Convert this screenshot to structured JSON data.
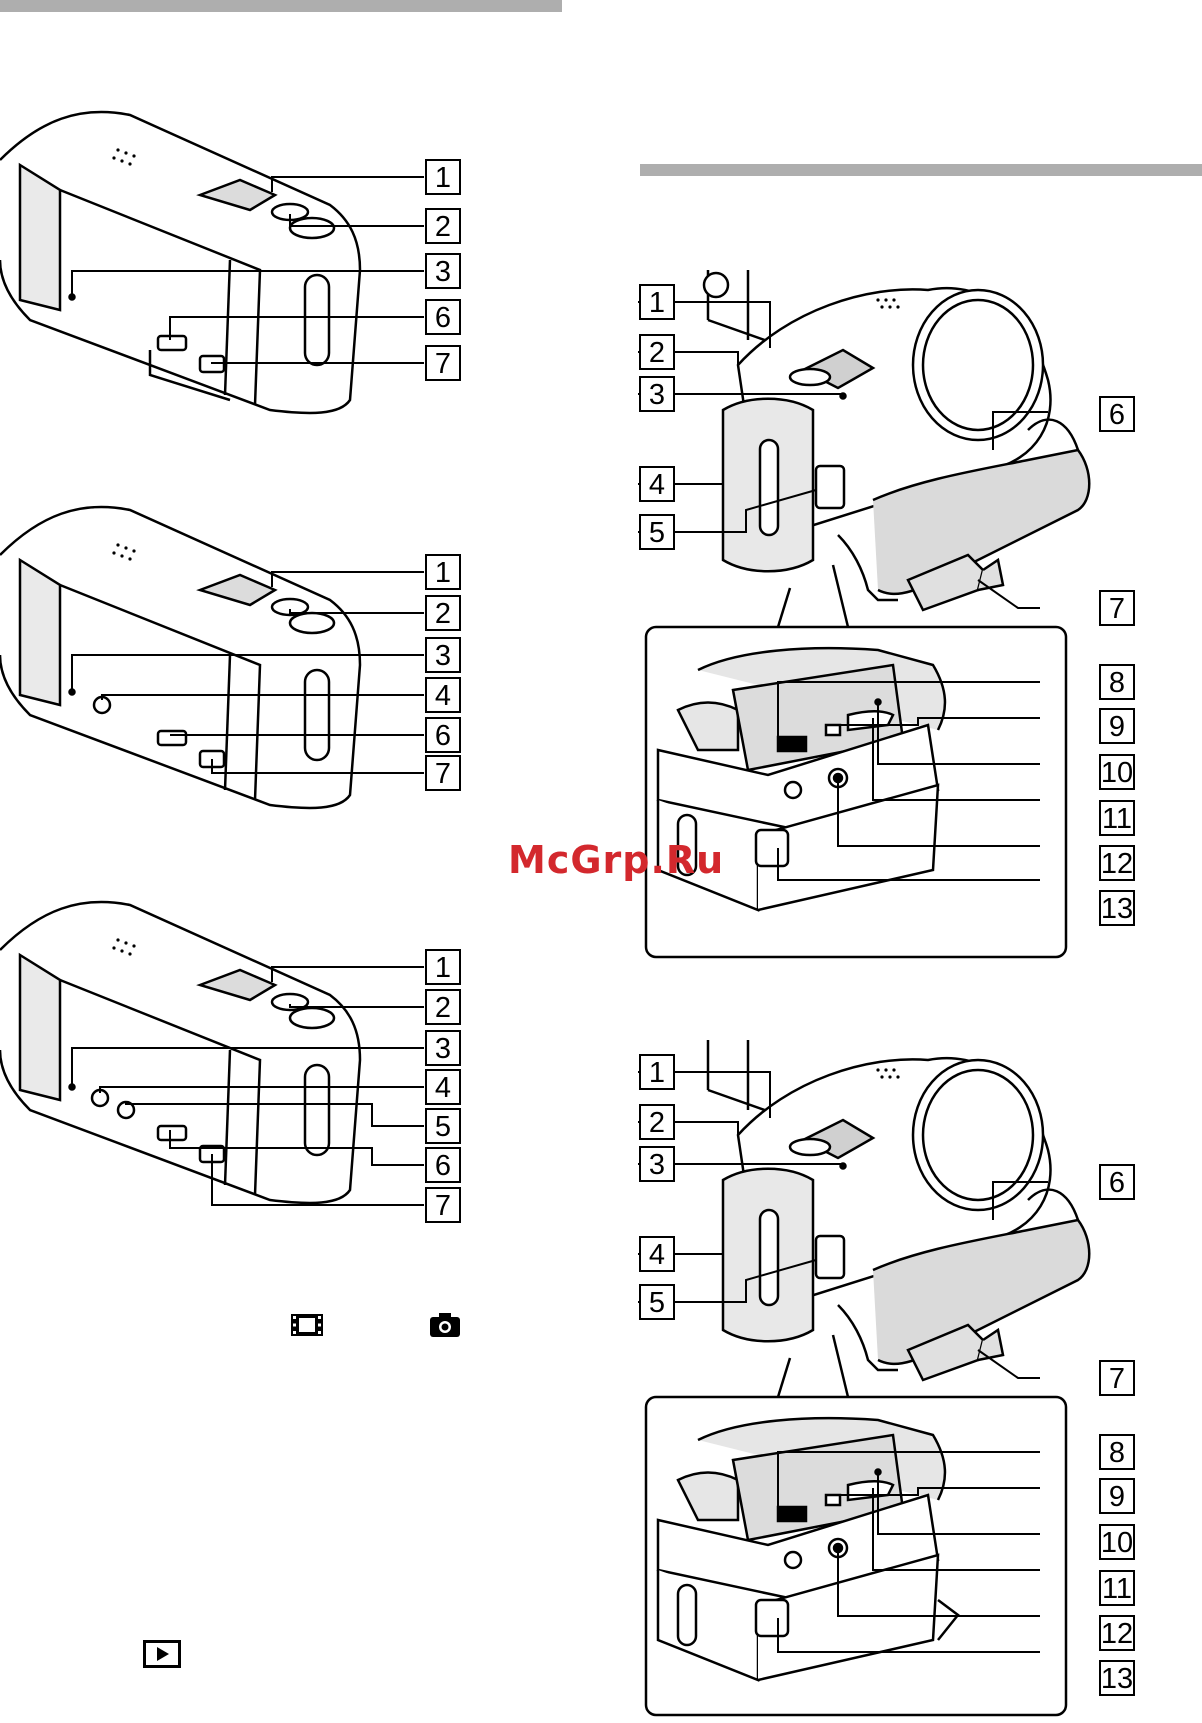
{
  "watermark": "McGrp.Ru",
  "figures": {
    "left_top": {
      "callouts": [
        "1",
        "2",
        "3",
        "6",
        "7"
      ]
    },
    "left_middle": {
      "callouts": [
        "1",
        "2",
        "3",
        "4",
        "6",
        "7"
      ]
    },
    "left_bottom": {
      "callouts": [
        "1",
        "2",
        "3",
        "4",
        "5",
        "6",
        "7"
      ]
    },
    "right_top": {
      "callouts": [
        "1",
        "2",
        "3",
        "4",
        "5",
        "6",
        "7",
        "8",
        "9",
        "10",
        "11",
        "12",
        "13"
      ]
    },
    "right_bottom": {
      "callouts": [
        "1",
        "2",
        "3",
        "4",
        "5",
        "6",
        "7",
        "8",
        "9",
        "10",
        "11",
        "12",
        "13"
      ]
    }
  },
  "icons": {
    "movie": "film-strip-icon",
    "photo": "camera-icon",
    "playback": "play-icon"
  }
}
